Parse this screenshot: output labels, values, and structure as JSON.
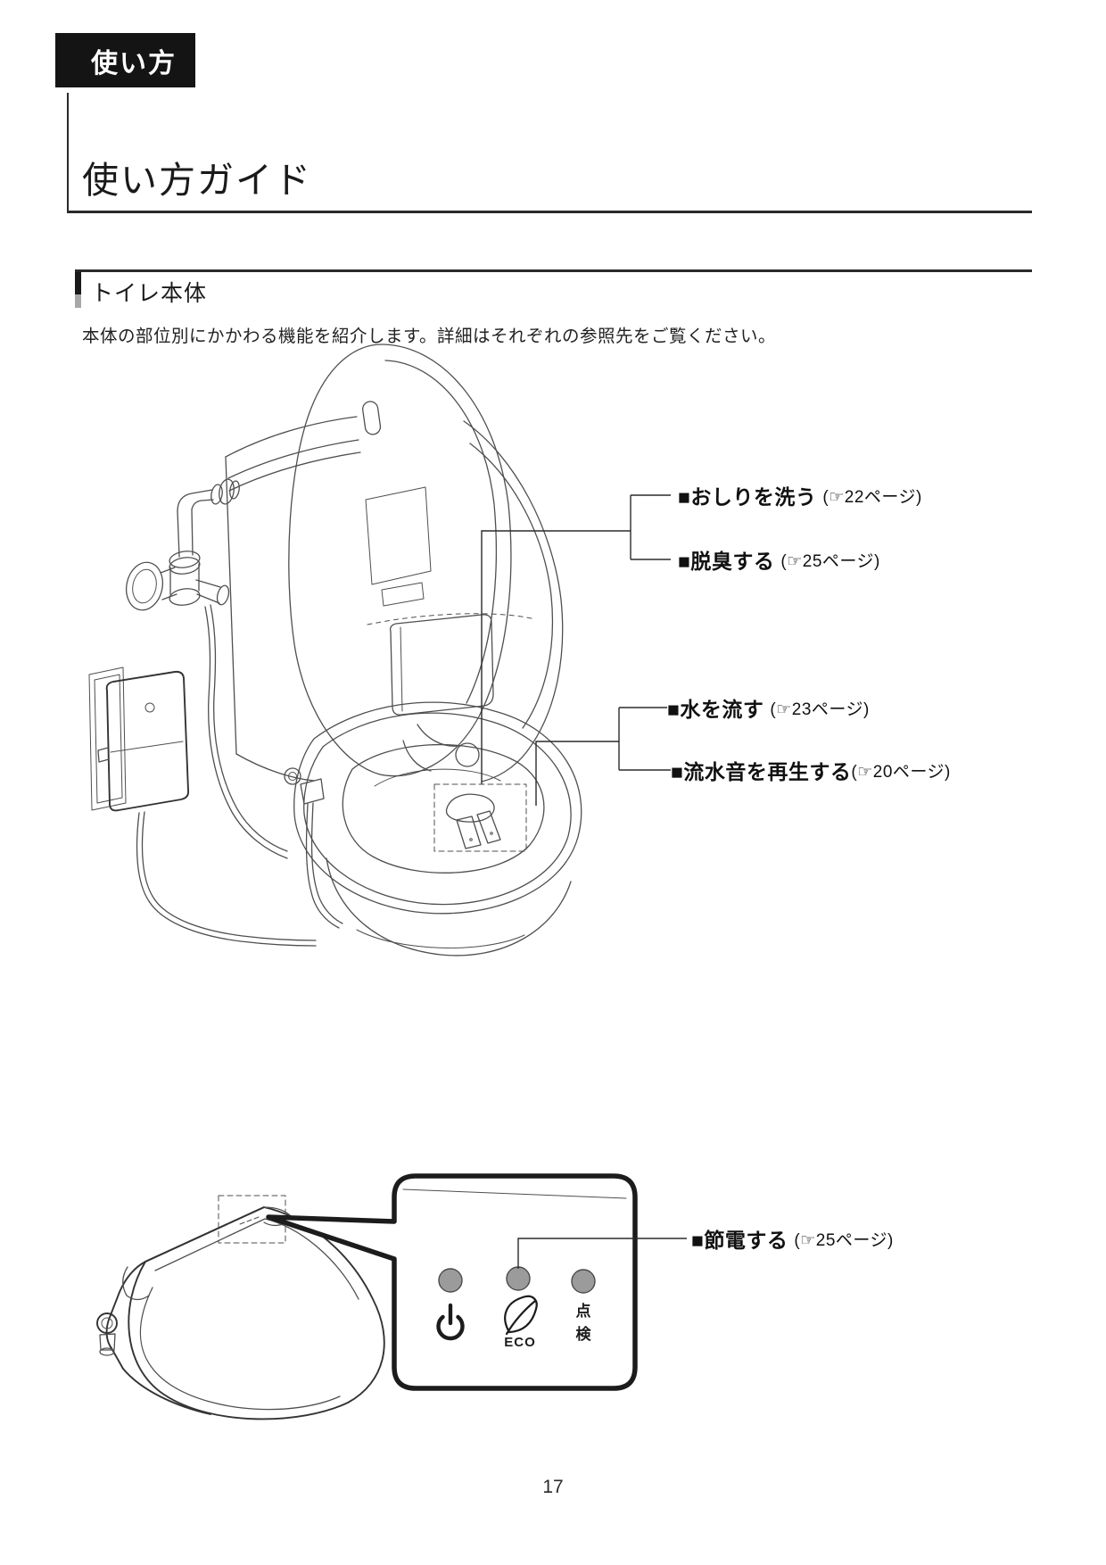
{
  "page": {
    "category_tag": "使い方",
    "title": "使い方ガイド",
    "section_title": "トイレ本体",
    "intro": "本体の部位別にかかわる機能を紹介します。詳細はそれぞれの参照先をご覧ください。",
    "page_number": "17"
  },
  "figure_main": {
    "callouts": [
      {
        "text": "■おしりを洗う",
        "ref": "(☞22ページ)"
      },
      {
        "text": "■脱臭する",
        "ref": "(☞25ページ)"
      },
      {
        "text": "■水を流す",
        "ref": "(☞23ページ)"
      },
      {
        "text": "■流水音を再生する",
        "ref": "(☞20ページ)"
      }
    ]
  },
  "figure_panel": {
    "callout": {
      "text": "■節電する",
      "ref": "(☞25ページ)"
    },
    "panel": {
      "eco_label": "ECO",
      "inspection_label": "点検",
      "led_color": "#9b9b9b"
    }
  },
  "colors": {
    "line_art": "#4f4f4f",
    "text": "#1a1a1a"
  }
}
